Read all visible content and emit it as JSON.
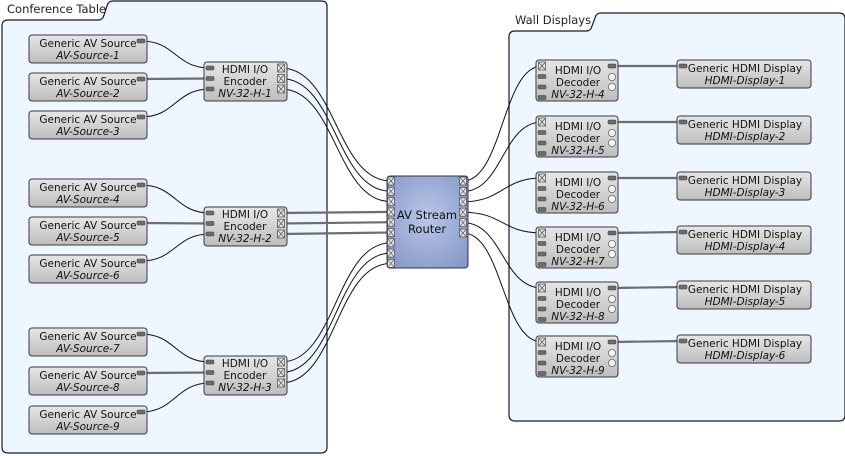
{
  "groups": [
    {
      "id": "conference",
      "label": "Conference Table"
    },
    {
      "id": "wall",
      "label": "Wall Displays"
    }
  ],
  "sources": [
    {
      "type": "Generic AV Source",
      "name": "AV-Source-1",
      "encoder": 0,
      "input": 0
    },
    {
      "type": "Generic AV Source",
      "name": "AV-Source-2",
      "encoder": 0,
      "input": 1
    },
    {
      "type": "Generic AV Source",
      "name": "AV-Source-3",
      "encoder": 0,
      "input": 2
    },
    {
      "type": "Generic AV Source",
      "name": "AV-Source-4",
      "encoder": 1,
      "input": 0
    },
    {
      "type": "Generic AV Source",
      "name": "AV-Source-5",
      "encoder": 1,
      "input": 1
    },
    {
      "type": "Generic AV Source",
      "name": "AV-Source-6",
      "encoder": 1,
      "input": 2
    },
    {
      "type": "Generic AV Source",
      "name": "AV-Source-7",
      "encoder": 2,
      "input": 0
    },
    {
      "type": "Generic AV Source",
      "name": "AV-Source-8",
      "encoder": 2,
      "input": 1
    },
    {
      "type": "Generic AV Source",
      "name": "AV-Source-9",
      "encoder": 2,
      "input": 2
    }
  ],
  "encoders": [
    {
      "line1": "HDMI I/O",
      "line2": "Encoder",
      "name": "NV-32-H-1"
    },
    {
      "line1": "HDMI I/O",
      "line2": "Encoder",
      "name": "NV-32-H-2"
    },
    {
      "line1": "HDMI I/O",
      "line2": "Encoder",
      "name": "NV-32-H-3"
    }
  ],
  "router": {
    "line1": "AV Stream",
    "line2": "Router",
    "input_ports": 9,
    "output_ports": 6
  },
  "decoders": [
    {
      "line1": "HDMI I/O",
      "line2": "Decoder",
      "name": "NV-32-H-4"
    },
    {
      "line1": "HDMI I/O",
      "line2": "Decoder",
      "name": "NV-32-H-5"
    },
    {
      "line1": "HDMI I/O",
      "line2": "Decoder",
      "name": "NV-32-H-6"
    },
    {
      "line1": "HDMI I/O",
      "line2": "Decoder",
      "name": "NV-32-H-7"
    },
    {
      "line1": "HDMI I/O",
      "line2": "Decoder",
      "name": "NV-32-H-8"
    },
    {
      "line1": "HDMI I/O",
      "line2": "Decoder",
      "name": "NV-32-H-9"
    }
  ],
  "displays": [
    {
      "type": "Generic HDMI Display",
      "name": "HDMI-Display-1"
    },
    {
      "type": "Generic HDMI Display",
      "name": "HDMI-Display-2"
    },
    {
      "type": "Generic HDMI Display",
      "name": "HDMI-Display-3"
    },
    {
      "type": "Generic HDMI Display",
      "name": "HDMI-Display-4"
    },
    {
      "type": "Generic HDMI Display",
      "name": "HDMI-Display-5"
    },
    {
      "type": "Generic HDMI Display",
      "name": "HDMI-Display-6"
    }
  ],
  "colors": {
    "group_fill": "#eef6ff",
    "device_fill": "#d0d0d0",
    "router_fill": "#98a9d4",
    "wire": "#111111",
    "direct_wire": "#6e6e6e"
  }
}
